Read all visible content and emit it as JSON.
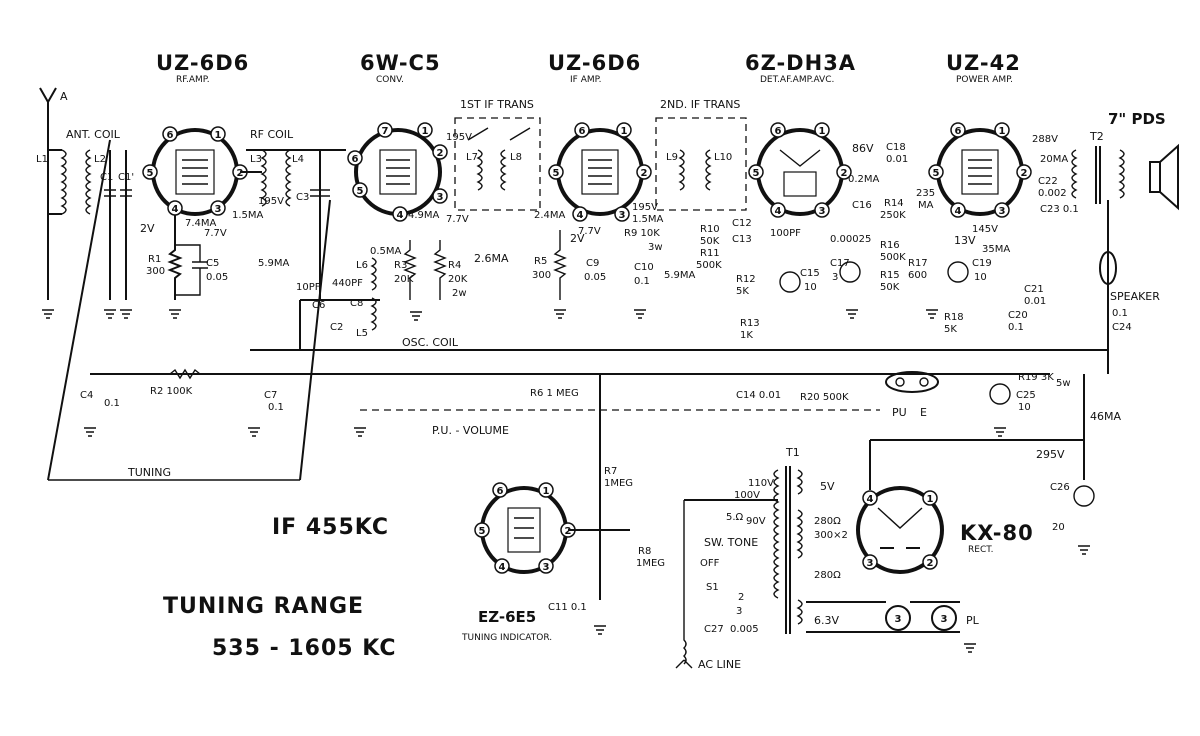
{
  "tubes": [
    {
      "name": "UZ-6D6",
      "role": "RF.AMP."
    },
    {
      "name": "6W-C5",
      "role": "CONV."
    },
    {
      "name": "UZ-6D6",
      "role": "IF AMP."
    },
    {
      "name": "6Z-DH3A",
      "role": "DET.AF.AMP.AVC."
    },
    {
      "name": "UZ-42",
      "role": "POWER AMP."
    },
    {
      "name": "EZ-6E5",
      "role": "TUNING INDICATOR."
    },
    {
      "name": "KX-80",
      "role": "RECT."
    }
  ],
  "coils": {
    "ant": "ANT. COIL",
    "rf": "RF COIL",
    "if1": "1ST IF TRANS",
    "if2": "2ND. IF TRANS",
    "osc": "OSC. COIL"
  },
  "speaker": {
    "size": "7\" PDS",
    "label": "SPEAKER"
  },
  "antenna": "A",
  "info": {
    "if": "IF 455KC",
    "range_title": "TUNING RANGE",
    "range": "535 - 1605 KC",
    "tuning": "TUNING",
    "pu_volume": "P.U. - VOLUME",
    "ac_line": "AC LINE",
    "pu": "PU",
    "e": "E",
    "pl": "PL",
    "sw_tone": "SW. TONE",
    "off": "OFF",
    "t1": "T1",
    "t2": "T2"
  },
  "components": [
    "L1",
    "L2",
    "C1",
    "C2",
    "L3",
    "L4",
    "C3",
    "C4",
    "R1 300",
    "C5 0.05",
    "C4 0.1",
    "R2 100K",
    "C7 0.1",
    "10PF",
    "440PF",
    "C6",
    "C8",
    "L6",
    "L5",
    "R3 20K",
    "R4 20K 2w",
    "L7",
    "L8",
    "L9",
    "L10",
    "R5 300",
    "C9 0.05",
    "R9 10K 3w",
    "C10 0.1",
    "R10 50K",
    "R11 500K",
    "C12",
    "C13",
    "100PF",
    "R12 5K",
    "R13 1K",
    "C15 10",
    "C16",
    "C18 0.01",
    "R14 250K",
    "0.00025",
    "C17 3",
    "R16 500K",
    "R15 50K",
    "R17 600",
    "C19 10",
    "R18 5K",
    "C20 0.1",
    "C21 0.01",
    "C22 0.002",
    "C23 0.1",
    "C24 0.1",
    "R19 3K 5w",
    "C25 10",
    "R6 1 MEG",
    "C14 0.01",
    "R20 500K",
    "R7 1MEG",
    "R8 1MEG",
    "C11 0.1",
    "C26 20",
    "C27 0.005",
    "S1"
  ],
  "voltages": [
    "2V",
    "7.4MA",
    "7.7V",
    "1.5MA",
    "195V",
    "5.9MA",
    "4.9MA",
    "2.6MA",
    "0.5MA",
    "2.4MA",
    "2V",
    "1.5MA",
    "86V",
    "0.2MA",
    "235MA",
    "288V",
    "20MA",
    "13V",
    "145V",
    "35MA",
    "46MA",
    "295V",
    "5.9MA",
    "195V"
  ],
  "transformer": {
    "primary": [
      "110V",
      "100V",
      "90V",
      "5.Ω"
    ],
    "secondary": [
      "5V",
      "280Ω",
      "300×2",
      "280Ω",
      "6.3V"
    ]
  }
}
